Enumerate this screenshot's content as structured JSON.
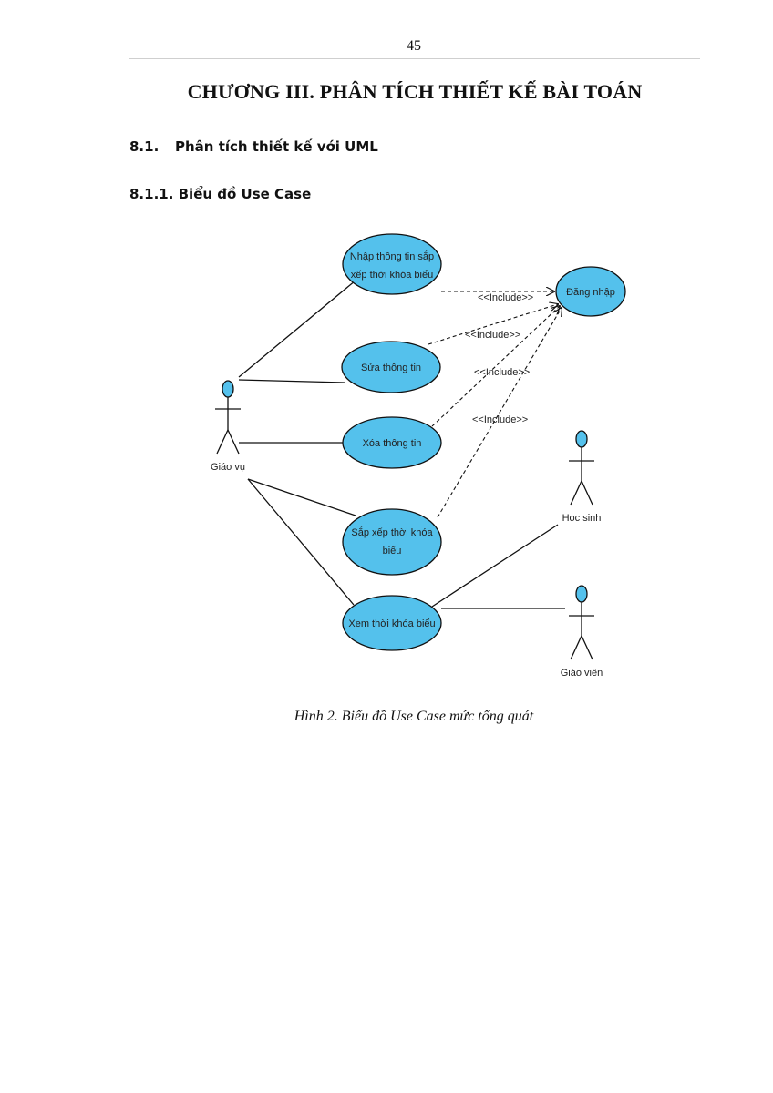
{
  "page_number": "45",
  "chapter_title": "CHƯƠNG III. PHÂN TÍCH THIẾT KẾ BÀI TOÁN",
  "section": {
    "number": "8.1.",
    "title": "Phân tích thiết kế với UML"
  },
  "subsection": {
    "text": "8.1.1. Biểu đồ Use Case"
  },
  "diagram": {
    "actors": {
      "giao_vu": "Giáo vụ",
      "hoc_sinh": "Học sinh",
      "giao_vien": "Giáo viên"
    },
    "use_cases": {
      "nhap_line1": "Nhập thông tin sắp",
      "nhap_line2": "xếp thời khóa biểu",
      "sua": "Sửa thông tin",
      "xoa": "Xóa thông tin",
      "sapxep_line1": "Sắp xếp thời khóa",
      "sapxep_line2": "biểu",
      "xem": "Xem thời khóa biểu",
      "dang_nhap": "Đăng nhập"
    },
    "include_label": "<<Include>>"
  },
  "caption": "Hình 2. Biểu đồ Use Case mức tổng quát",
  "colors": {
    "usecase_fill": "#54c1ec",
    "actor_head_fill": "#54c1ec",
    "stroke": "#111111"
  }
}
